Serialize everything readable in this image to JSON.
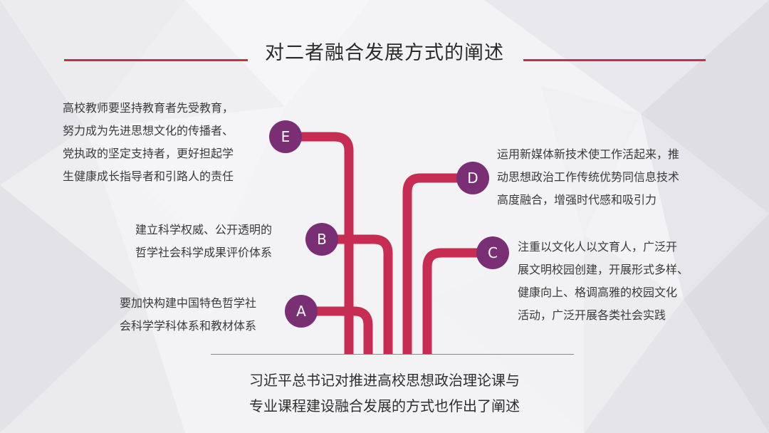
{
  "title": "对二者融合发展方式的阐述",
  "items": [
    {
      "letter": "E",
      "text": "高校教师要坚持教育者先受教育，\n努力成为先进思想文化的传播者、\n党执政的坚定支持者，更好担起学\n生健康成长指导者和引路人的责任"
    },
    {
      "letter": "B",
      "text": "建立科学权威、公开透明的\n哲学社会科学成果评价体系"
    },
    {
      "letter": "A",
      "text": "要加快构建中国特色哲学社\n会科学学科体系和教材体系"
    },
    {
      "letter": "D",
      "text": "运用新媒体新技术使工作活起来，推\n动思想政治工作传统优势同信息技术\n高度融合，增强时代感和吸引力"
    },
    {
      "letter": "C",
      "text": "注重以文化人以文育人，广泛开\n展文明校园创建，开展形式多样、\n健康向上、格调高雅的校园文化\n活动，广泛开展各类社会实践"
    }
  ],
  "caption": "习近平总书记对推进高校思想政治理论课与\n专业课程建设融合发展的方式也作出了阐述",
  "colors": {
    "branch": "#c72d52",
    "circle": "#7a2e74",
    "accent_line": "#c4323f"
  }
}
